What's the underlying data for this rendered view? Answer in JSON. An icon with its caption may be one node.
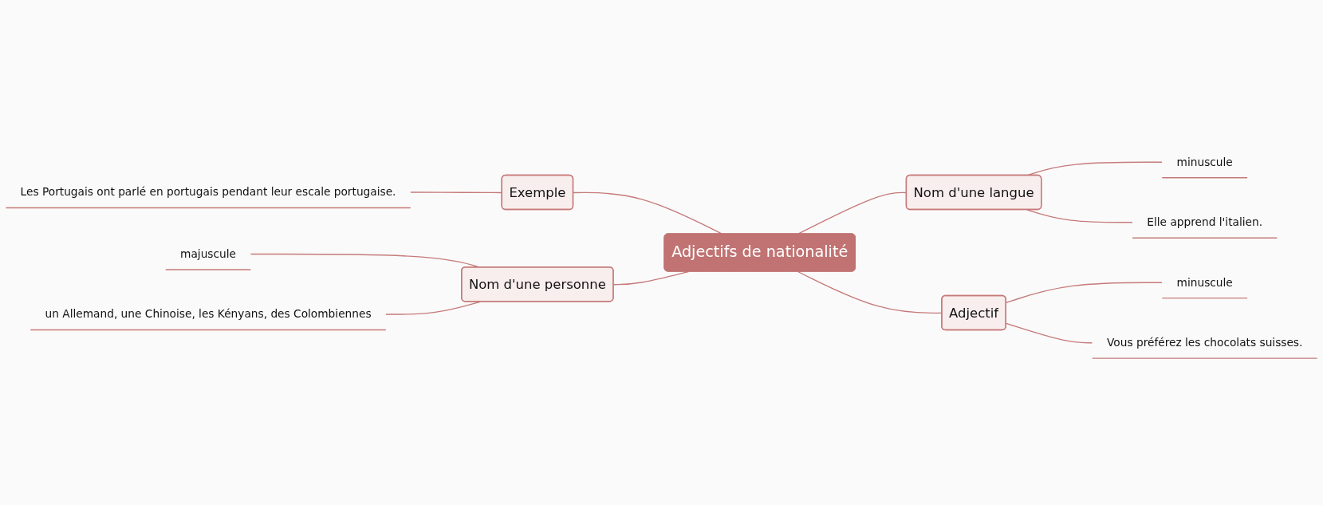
{
  "diagram": {
    "nodes": [
      {
        "text": [
          "Adjectifs de nationalité"
        ]
      },
      {
        "text": [
          "Exemple"
        ]
      },
      {
        "text": [
          "Les Portugais ont parlé en portugais pendant leur escale portugaise."
        ]
      },
      {
        "text": [
          "Nom d'une langue"
        ]
      },
      {
        "text": [
          "minuscule"
        ]
      },
      {
        "text": [
          "Elle apprend l'italien."
        ]
      },
      {
        "text": [
          "Nom d'une personne"
        ]
      },
      {
        "text": [
          "majuscule"
        ]
      },
      {
        "text": [
          "un Allemand, une Chinoise, les Kényans, des Colombiennes"
        ]
      },
      {
        "text": [
          "Adjectif"
        ]
      },
      {
        "text": [
          "minuscule"
        ]
      },
      {
        "text": [
          "Vous préférez les chocolats suisses."
        ]
      }
    ],
    "edges": [
      {
        "from": 2,
        "to": 1,
        "arrow": "none"
      },
      {
        "from": 1,
        "to": 0,
        "arrow": "none"
      },
      {
        "from": 0,
        "to": 3,
        "arrow": "none"
      },
      {
        "from": 3,
        "to": 4,
        "arrow": "none"
      },
      {
        "from": 3,
        "to": 5,
        "arrow": "none"
      },
      {
        "from": 7,
        "to": 6,
        "arrow": "none"
      },
      {
        "from": 8,
        "to": 6,
        "arrow": "none"
      },
      {
        "from": 6,
        "to": 0,
        "arrow": "none"
      },
      {
        "from": 0,
        "to": 9,
        "arrow": "none"
      },
      {
        "from": 9,
        "to": 10,
        "arrow": "none"
      },
      {
        "from": 9,
        "to": 11,
        "arrow": "none"
      }
    ]
  }
}
